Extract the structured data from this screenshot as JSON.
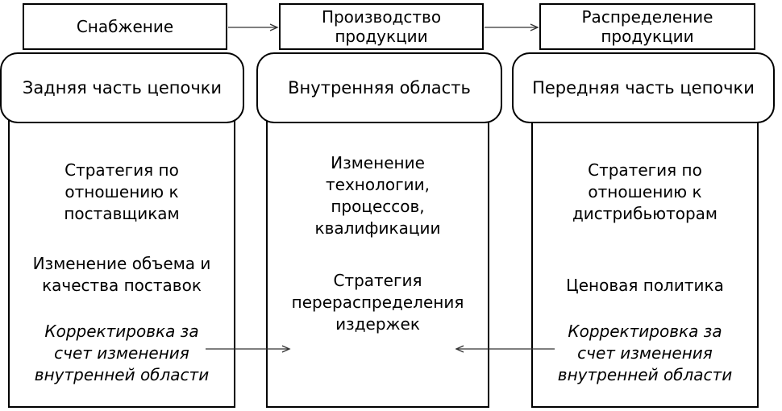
{
  "stages": [
    {
      "label": "Снабжение"
    },
    {
      "label": "Производство\nпродукции"
    },
    {
      "label": "Распределение\nпродукции"
    }
  ],
  "columns": [
    {
      "header": "Задняя часть цепочки",
      "items": [
        {
          "text": "Стратегия по\nотношению к\nпоставщикам"
        },
        {
          "text": "Изменение объема и\nкачества поставок"
        },
        {
          "text": "Корректировка за\nсчет изменения\nвнутренней области"
        }
      ]
    },
    {
      "header": "Внутренняя область",
      "items": [
        {
          "text": "Изменение\nтехнологии,\nпроцессов,\nквалификации"
        },
        {
          "text": "Стратегия\nперераспределения\nиздержек"
        }
      ]
    },
    {
      "header": "Передняя часть цепочки",
      "items": [
        {
          "text": "Стратегия по\nотношению к\nдистрибьюторам"
        },
        {
          "text": "Ценовая политика"
        },
        {
          "text": "Корректировка за\nсчет изменения\nвнутренней области"
        }
      ]
    }
  ]
}
